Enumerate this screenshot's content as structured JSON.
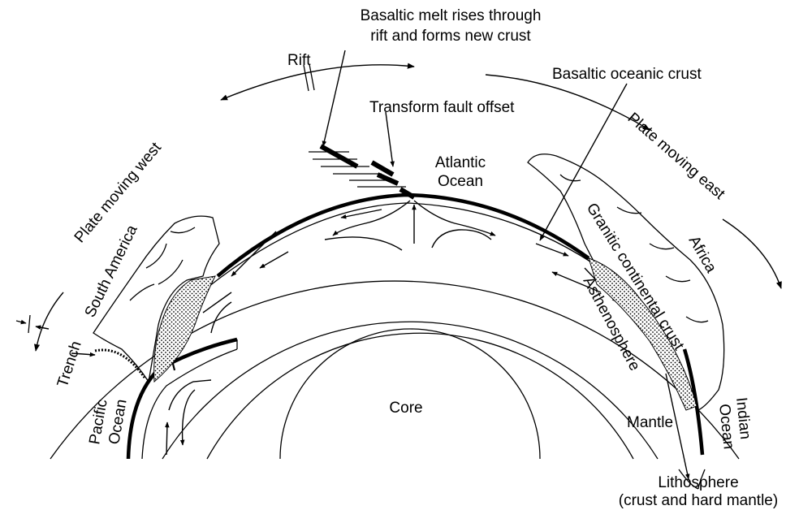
{
  "diagram": {
    "labels": {
      "melt": [
        "Basaltic melt rises through",
        "rift and forms new crust"
      ],
      "rift": "Rift",
      "basaltic_crust": "Basaltic oceanic crust",
      "transform": "Transform fault  offset",
      "atlantic": [
        "Atlantic",
        "Ocean"
      ],
      "plate_west": "Plate moving west",
      "plate_east": "Plate moving east",
      "south_america": "South America",
      "trench": "Trench",
      "pacific": [
        "Pacific",
        "Ocean"
      ],
      "granitic": "Granitic continental crust",
      "africa": "Africa",
      "asthenosphere": "Asthenosphere",
      "core": "Core",
      "mantle": "Mantle",
      "indian": [
        "Indian",
        "Ocean"
      ],
      "lithosphere": [
        "Lithosphere",
        "(crust and hard mantle)"
      ]
    }
  }
}
